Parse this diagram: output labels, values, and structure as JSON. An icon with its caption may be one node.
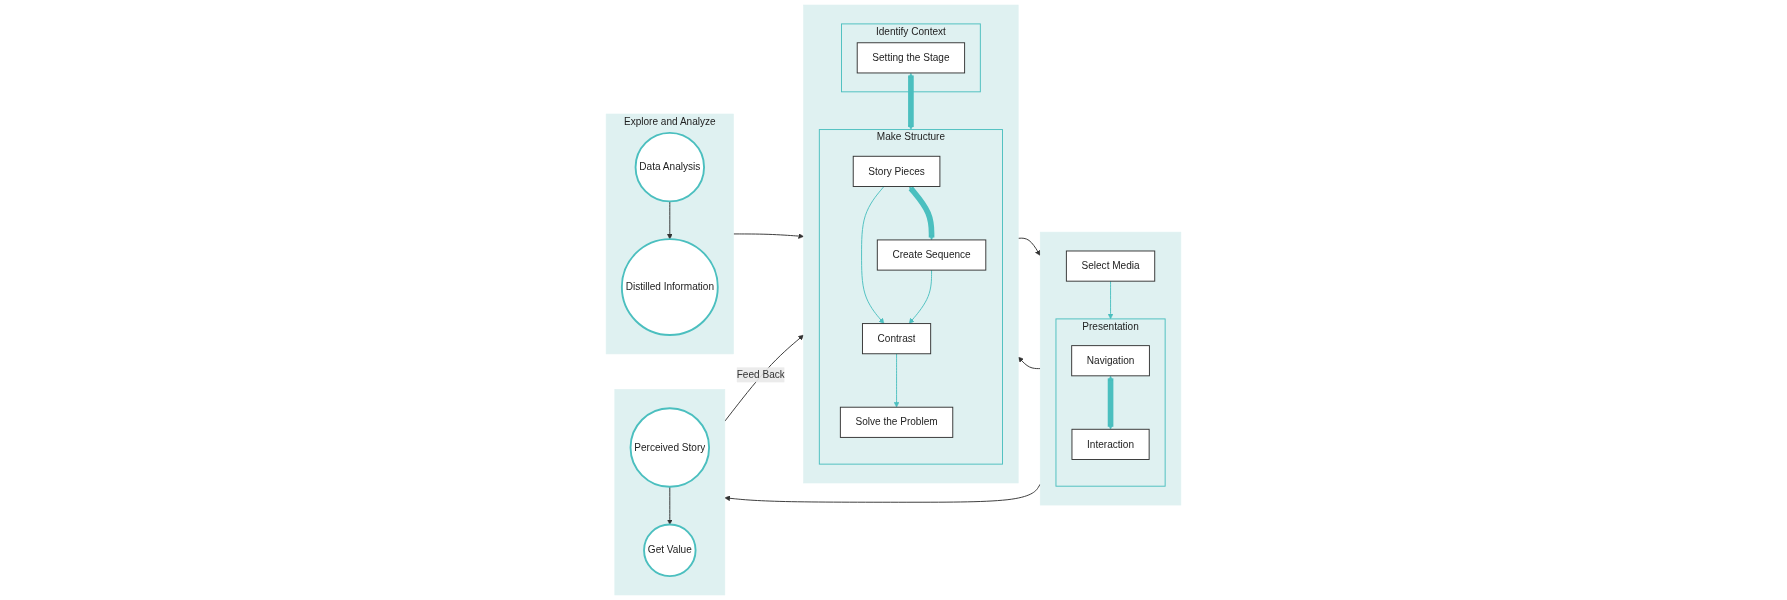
{
  "diagram": {
    "nodes": [
      {
        "text": [
          "Explore and Analyze"
        ]
      },
      {
        "text": [
          "Data Analysis"
        ],
        "in": 0
      },
      {
        "text": [
          "Distilled Information"
        ],
        "in": 0
      },
      {
        "text": [],
        "shape": "box"
      },
      {
        "text": [
          "Identify Context"
        ],
        "in": 3
      },
      {
        "text": [
          "Setting the Stage"
        ],
        "in": 4
      },
      {
        "text": [
          "Make  Structure"
        ],
        "in": 3
      },
      {
        "text": [
          "Story Pieces"
        ],
        "in": 6
      },
      {
        "text": [
          "Create Sequence"
        ],
        "in": 6
      },
      {
        "text": [
          "Contrast"
        ],
        "in": 6
      },
      {
        "text": [
          "Solve the Problem"
        ],
        "in": 6
      },
      {
        "text": [],
        "shape": "box"
      },
      {
        "text": [
          "Select Media"
        ],
        "in": 11
      },
      {
        "text": [
          "Presentation"
        ],
        "in": 11
      },
      {
        "text": [
          "Navigation"
        ],
        "in": 13
      },
      {
        "text": [
          "Interaction"
        ],
        "in": 13
      },
      {
        "text": [],
        "shape": "box"
      },
      {
        "text": [
          "Perceived Story"
        ],
        "in": 16
      },
      {
        "text": [
          "Get Value"
        ],
        "in": 16
      }
    ],
    "edges": [
      {
        "from": 1,
        "to": 2,
        "arrow": "to"
      },
      {
        "from": 0,
        "to": 3,
        "arrow": "to"
      },
      {
        "from": 5,
        "to": 6,
        "arrow": "both",
        "style": "thick",
        "color": "#4bbfbf"
      },
      {
        "from": 7,
        "to": 8,
        "arrow": "both",
        "style": "thick",
        "color": "#4bbfbf"
      },
      {
        "from": 7,
        "to": 9,
        "arrow": "to",
        "color": "#4bbfbf"
      },
      {
        "from": 8,
        "to": 9,
        "arrow": "to",
        "color": "#4bbfbf"
      },
      {
        "from": 9,
        "to": 10,
        "arrow": "to",
        "color": "#4bbfbf"
      },
      {
        "from": 3,
        "to": 11,
        "arrow": "to"
      },
      {
        "from": 12,
        "to": 13,
        "arrow": "to",
        "color": "#4bbfbf"
      },
      {
        "from": 14,
        "to": 15,
        "arrow": "both",
        "style": "thick",
        "color": "#4bbfbf"
      },
      {
        "from": 11,
        "to": 16,
        "arrow": "to"
      },
      {
        "from": 17,
        "to": 18,
        "arrow": "to"
      },
      {
        "from": 11,
        "to": 3,
        "arrow": "to"
      },
      {
        "from": 16,
        "to": 3,
        "label": "Feed Back",
        "arrow": "to"
      }
    ]
  }
}
